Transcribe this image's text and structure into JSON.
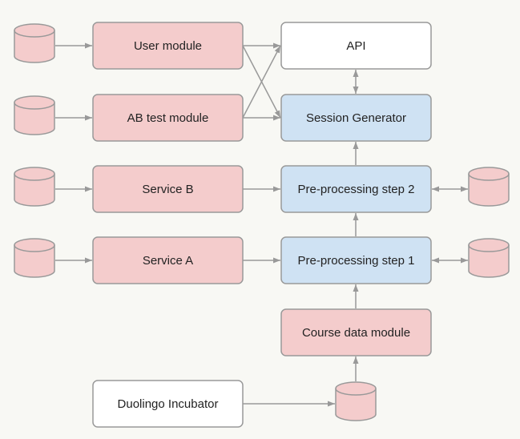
{
  "colors": {
    "background": "#f8f8f4",
    "pink_fill": "#f4cccc",
    "blue_fill": "#cfe2f3",
    "white_fill": "#ffffff",
    "stroke": "#999999",
    "text": "#222222"
  },
  "nodes": {
    "user_module": {
      "label": "User module",
      "fill": "#f4cccc"
    },
    "ab_test_module": {
      "label": "AB test module",
      "fill": "#f4cccc"
    },
    "service_b": {
      "label": "Service B",
      "fill": "#f4cccc"
    },
    "service_a": {
      "label": "Service A",
      "fill": "#f4cccc"
    },
    "api": {
      "label": "API",
      "fill": "#ffffff"
    },
    "session_generator": {
      "label": "Session Generator",
      "fill": "#cfe2f3"
    },
    "preprocessing_2": {
      "label": "Pre-processing step 2",
      "fill": "#cfe2f3"
    },
    "preprocessing_1": {
      "label": "Pre-processing step 1",
      "fill": "#cfe2f3"
    },
    "course_data_module": {
      "label": "Course data module",
      "fill": "#f4cccc"
    },
    "duolingo_incubator": {
      "label": "Duolingo Incubator",
      "fill": "#ffffff"
    }
  },
  "databases": {
    "db_user": {
      "fill": "#f4cccc"
    },
    "db_ab": {
      "fill": "#f4cccc"
    },
    "db_service_b": {
      "fill": "#f4cccc"
    },
    "db_service_a": {
      "fill": "#f4cccc"
    },
    "db_pre2": {
      "fill": "#f4cccc"
    },
    "db_pre1": {
      "fill": "#f4cccc"
    },
    "db_course": {
      "fill": "#f4cccc"
    }
  },
  "edges": [
    {
      "from": "db_user",
      "to": "user_module",
      "direction": "forward"
    },
    {
      "from": "db_ab",
      "to": "ab_test_module",
      "direction": "forward"
    },
    {
      "from": "db_service_b",
      "to": "service_b",
      "direction": "forward"
    },
    {
      "from": "db_service_a",
      "to": "service_a",
      "direction": "forward"
    },
    {
      "from": "user_module",
      "to": "api",
      "direction": "forward"
    },
    {
      "from": "user_module",
      "to": "session_generator",
      "direction": "forward"
    },
    {
      "from": "ab_test_module",
      "to": "api",
      "direction": "forward"
    },
    {
      "from": "ab_test_module",
      "to": "session_generator",
      "direction": "forward"
    },
    {
      "from": "service_b",
      "to": "preprocessing_2",
      "direction": "forward"
    },
    {
      "from": "service_a",
      "to": "preprocessing_1",
      "direction": "forward"
    },
    {
      "from": "api",
      "to": "session_generator",
      "direction": "both"
    },
    {
      "from": "preprocessing_2",
      "to": "session_generator",
      "direction": "forward"
    },
    {
      "from": "preprocessing_1",
      "to": "preprocessing_2",
      "direction": "forward"
    },
    {
      "from": "course_data_module",
      "to": "preprocessing_1",
      "direction": "forward"
    },
    {
      "from": "db_course",
      "to": "course_data_module",
      "direction": "forward"
    },
    {
      "from": "duolingo_incubator",
      "to": "db_course",
      "direction": "forward"
    },
    {
      "from": "preprocessing_2",
      "to": "db_pre2",
      "direction": "both"
    },
    {
      "from": "preprocessing_1",
      "to": "db_pre1",
      "direction": "both"
    }
  ]
}
